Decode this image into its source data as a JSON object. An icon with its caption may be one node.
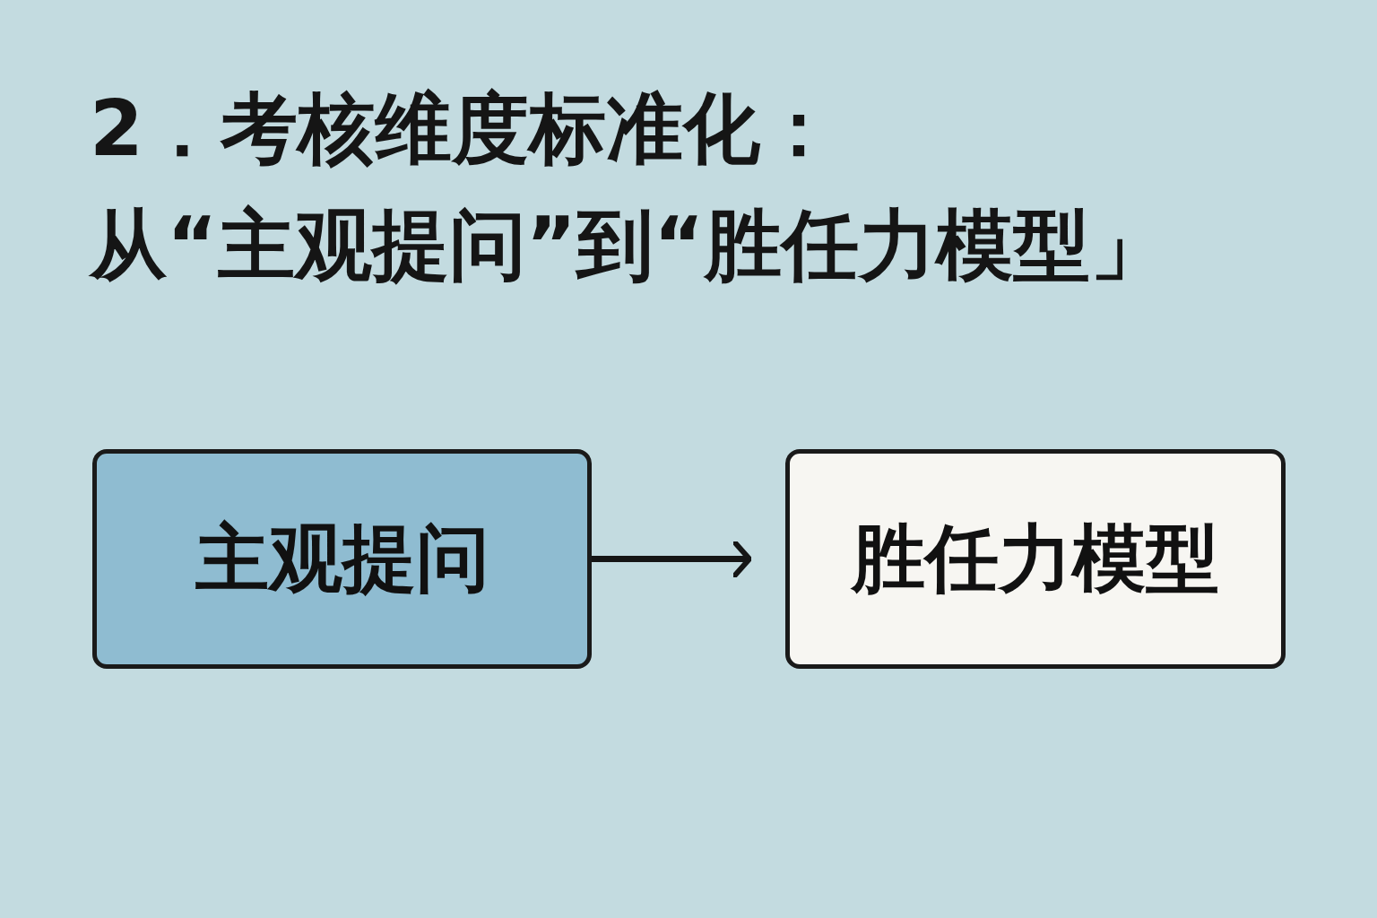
{
  "diagram": {
    "title": "2．考核维度标准化：从“主观提问”到“胜任力模型」",
    "nodes": [
      {
        "text": [
          "主观提问"
        ]
      },
      {
        "text": [
          "胜任力模型"
        ]
      }
    ],
    "edges": [
      {
        "from": 0,
        "to": 1,
        "arrow": "to"
      }
    ]
  }
}
